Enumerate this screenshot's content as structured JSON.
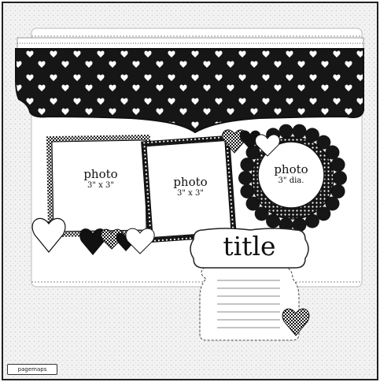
{
  "photo_slots": [
    {
      "label": "photo",
      "size": "3\" x 3\""
    },
    {
      "label": "photo",
      "size": "3\" x 3\""
    },
    {
      "label": "photo",
      "size": "3\" dia."
    }
  ],
  "title_label": "title",
  "brand_tab": "pagemaps"
}
